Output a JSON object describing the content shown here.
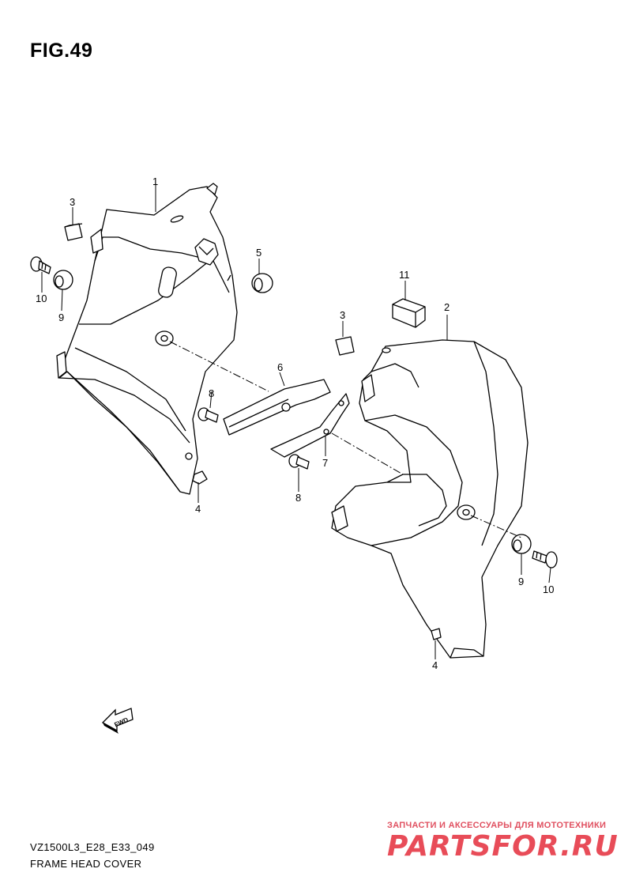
{
  "figure": {
    "title": "FIG.49"
  },
  "callouts": [
    {
      "id": "c1",
      "label": "1"
    },
    {
      "id": "c2",
      "label": "2"
    },
    {
      "id": "c3a",
      "label": "3"
    },
    {
      "id": "c3b",
      "label": "3"
    },
    {
      "id": "c4a",
      "label": "4"
    },
    {
      "id": "c4b",
      "label": "4"
    },
    {
      "id": "c5",
      "label": "5"
    },
    {
      "id": "c6",
      "label": "6"
    },
    {
      "id": "c7",
      "label": "7"
    },
    {
      "id": "c8a",
      "label": "8"
    },
    {
      "id": "c8b",
      "label": "8"
    },
    {
      "id": "c9a",
      "label": "9"
    },
    {
      "id": "c9b",
      "label": "9"
    },
    {
      "id": "c10a",
      "label": "10"
    },
    {
      "id": "c10b",
      "label": "10"
    },
    {
      "id": "c11",
      "label": "11"
    }
  ],
  "fwd_arrow": {
    "label": "FWD"
  },
  "footer": {
    "model_code": "VZ1500L3_E28_E33_049",
    "diagram_name": "FRAME HEAD COVER"
  },
  "watermark": {
    "tagline": "ЗАПЧАСТИ И АКСЕССУАРЫ ДЛЯ МОТОТЕХНИКИ",
    "logo": "PARTSFOR.RU"
  }
}
